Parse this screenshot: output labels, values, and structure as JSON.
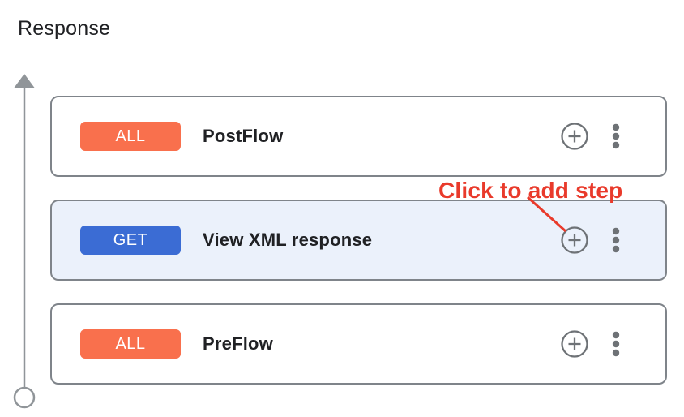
{
  "section": {
    "title": "Response"
  },
  "flow": {
    "cards": [
      {
        "badge": "ALL",
        "method": "all",
        "title": "PostFlow",
        "highlighted": false
      },
      {
        "badge": "GET",
        "method": "get",
        "title": "View XML response",
        "highlighted": true
      },
      {
        "badge": "ALL",
        "method": "all",
        "title": "PreFlow",
        "highlighted": false
      }
    ]
  },
  "annotation": {
    "label": "Click to add step"
  },
  "icons": {
    "add_step": "add-circle-outline",
    "more_menu": "kebab-menu",
    "direction": "up-arrow-rail"
  },
  "colors": {
    "badge_all": "#F9704D",
    "badge_get": "#3B6CD4",
    "highlight_card_bg": "#EBF1FB",
    "card_border": "#7F848A",
    "icon_gray": "#6E7276",
    "rail_gray": "#909599",
    "annotation_red": "#E93A2B",
    "title_text": "#202124"
  }
}
